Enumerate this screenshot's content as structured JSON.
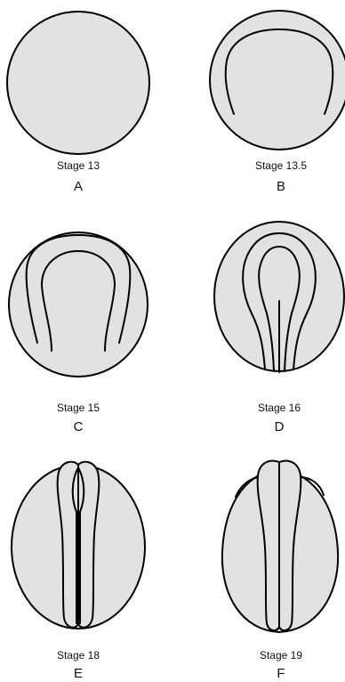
{
  "panels": [
    {
      "stage": "Stage 13",
      "letter": "A"
    },
    {
      "stage": "Stage 13.5",
      "letter": "B"
    },
    {
      "stage": "Stage 15",
      "letter": "C"
    },
    {
      "stage": "Stage 16",
      "letter": "D"
    },
    {
      "stage": "Stage 18",
      "letter": "E"
    },
    {
      "stage": "Stage 19",
      "letter": "F"
    }
  ],
  "colors": {
    "embryo_fill": "#e2e2e2",
    "outline": "#000000",
    "background": "#ffffff"
  }
}
